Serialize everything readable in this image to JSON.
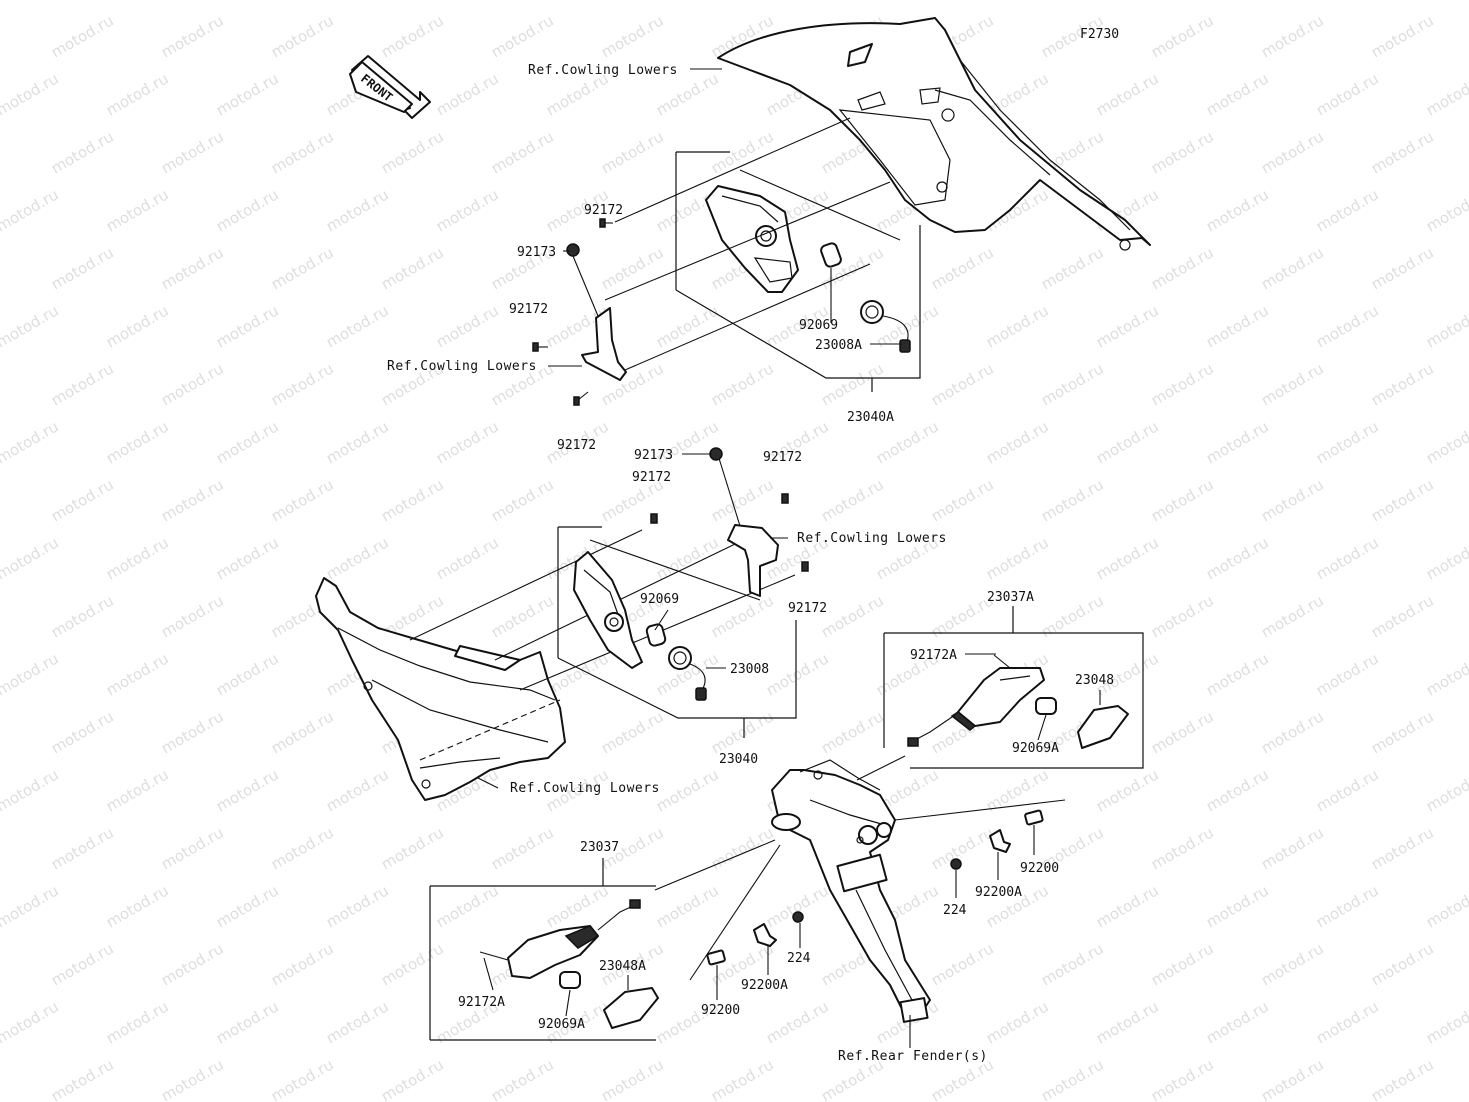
{
  "figure_code": "F2730",
  "front_arrow_label": "FRONT",
  "refs": {
    "cowling_lowers_top": "Ref.Cowling Lowers",
    "cowling_lowers_left": "Ref.Cowling Lowers",
    "cowling_lowers_mid": "Ref.Cowling Lowers",
    "cowling_lowers_bottom": "Ref.Cowling Lowers",
    "rear_fender": "Ref.Rear Fender(s)"
  },
  "parts": {
    "p92172_a": "92172",
    "p92173_a": "92173",
    "p92172_b": "92172",
    "p92172_c": "92172",
    "p92069_a": "92069",
    "p23008A": "23008A",
    "p23040A": "23040A",
    "p92173_b": "92173",
    "p92172_d": "92172",
    "p92172_e": "92172",
    "p92172_f": "92172",
    "p92069_b": "92069",
    "p23008": "23008",
    "p23040": "23040",
    "p23037A": "23037A",
    "p92172A_a": "92172A",
    "p23048": "23048",
    "p92069A_a": "92069A",
    "p92200_a": "92200",
    "p92200A_a": "92200A",
    "p224_a": "224",
    "p23037": "23037",
    "p92172A_b": "92172A",
    "p23048A": "23048A",
    "p92069A_b": "92069A",
    "p92200_b": "92200",
    "p92200A_b": "92200A",
    "p224_b": "224"
  },
  "watermark_text": "motod.ru"
}
